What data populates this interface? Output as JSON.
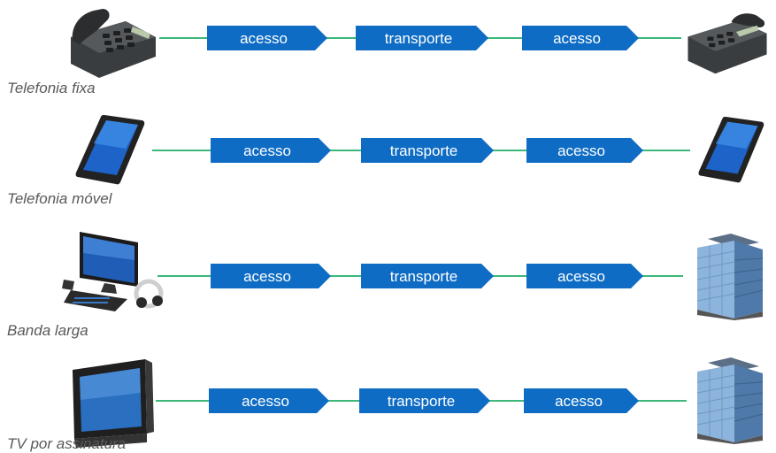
{
  "rows": [
    {
      "service": "Telefonia fixa",
      "left_device": "desk-phone",
      "right_device": "desk-phone",
      "segments": [
        "acesso",
        "transporte",
        "acesso"
      ]
    },
    {
      "service": "Telefonia móvel",
      "left_device": "smartphone",
      "right_device": "smartphone",
      "segments": [
        "acesso",
        "transporte",
        "acesso"
      ]
    },
    {
      "service": "Banda larga",
      "left_device": "desktop-computer",
      "right_device": "office-building",
      "segments": [
        "acesso",
        "transporte",
        "acesso"
      ]
    },
    {
      "service": "TV por assinatura",
      "left_device": "television",
      "right_device": "office-building",
      "segments": [
        "acesso",
        "transporte",
        "acesso"
      ]
    }
  ],
  "colors": {
    "segment": "#0e6cc4",
    "segment_dark": "#0a58a3",
    "link_line": "#3cb878",
    "label": "#595959"
  }
}
